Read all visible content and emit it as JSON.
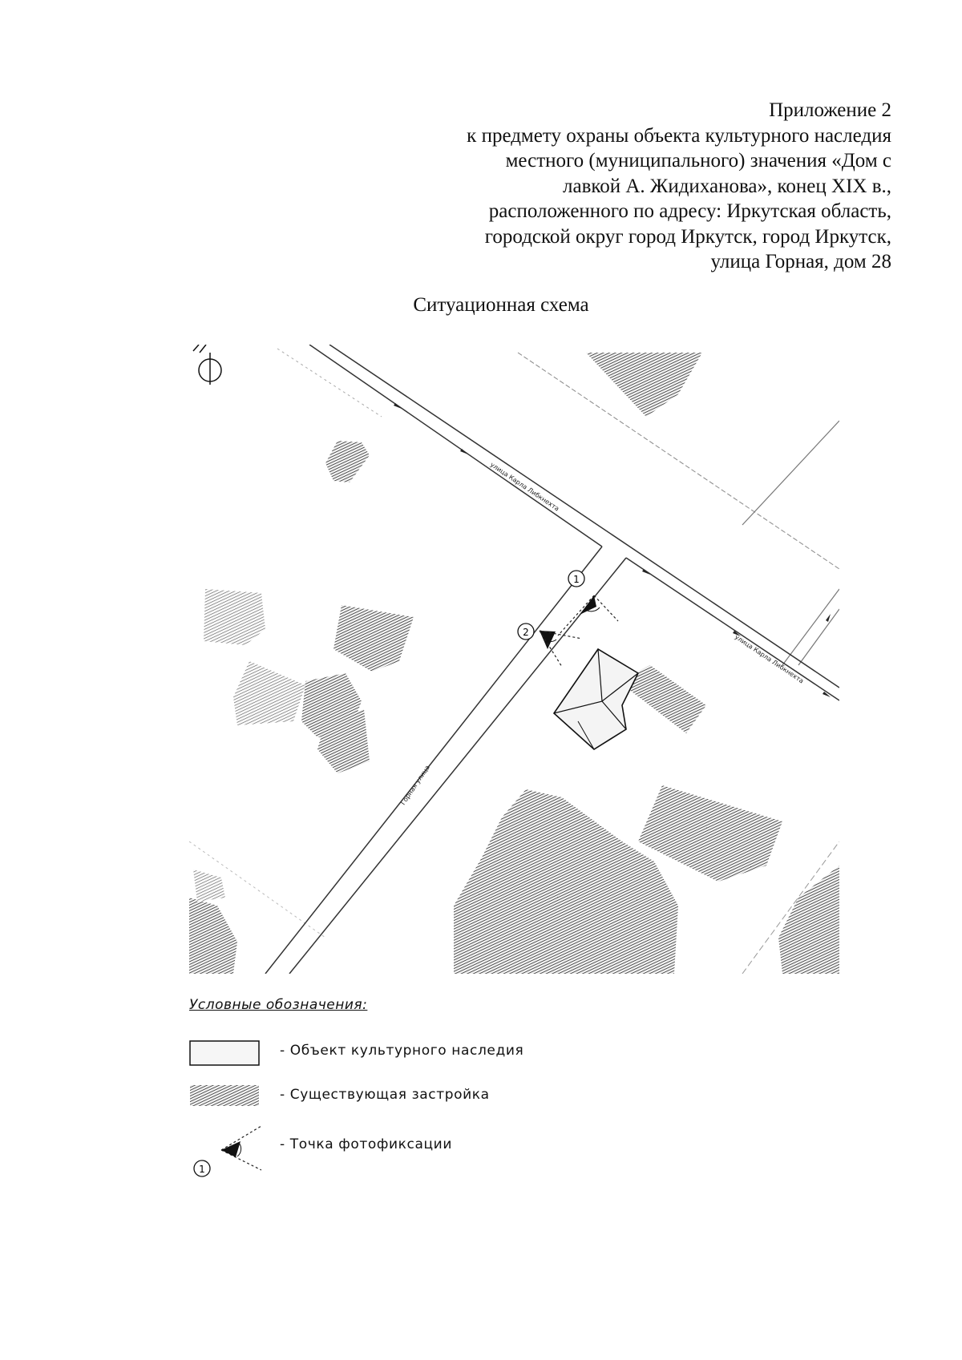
{
  "header": {
    "lines": [
      "Приложение 2",
      "к предмету охраны объекта культурного наследия",
      "местного (муниципального) значения «Дом с",
      "лавкой А. Жидиханова», конец XIX в.,",
      "расположенного по адресу: Иркутская область,",
      "городской округ город Иркутск, город Иркутск,",
      "улица Горная, дом 28"
    ]
  },
  "scheme_title": "Ситуационная схема",
  "map": {
    "street_labels": {
      "karla_libknekhta_1": "улица Карла Либкнехта",
      "karla_libknekhta_2": "улица Карла Либкнехта",
      "gornaya": "Горная улица"
    },
    "photo_points": [
      "1",
      "2"
    ],
    "north_arrow_icon": "north-arrow-icon"
  },
  "legend": {
    "title": "Условные обозначения:",
    "items": [
      {
        "label": "- Объект культурного наследия",
        "symbol": "heritage-object-symbol"
      },
      {
        "label": "- Существующая застройка",
        "symbol": "existing-building-hatch"
      },
      {
        "label": "- Точка фотофиксации",
        "symbol": "photo-point-icon",
        "number": "1"
      }
    ]
  }
}
